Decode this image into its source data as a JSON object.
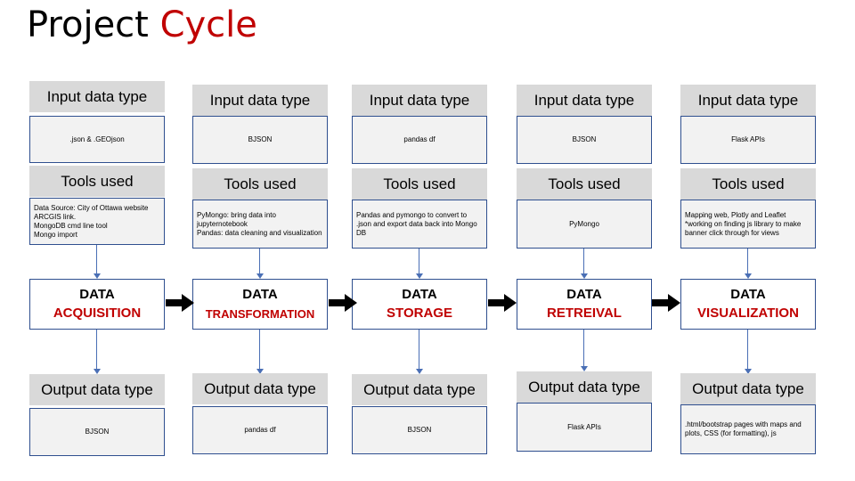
{
  "title": {
    "main": "Project",
    "accent": "Cycle"
  },
  "labels": {
    "input": "Input data type",
    "tools": "Tools used",
    "output": "Output data type",
    "data": "DATA"
  },
  "stages": [
    {
      "stage": "ACQUISITION",
      "input": ".json & .GEOjson",
      "tools": [
        "Data Source: City of Ottawa website ARCGIS link.",
        "MongoDB cmd line tool",
        "Mongo import"
      ],
      "output": "BJSON"
    },
    {
      "stage": "TRANSFORMATION",
      "input": "BJSON",
      "tools": [
        "PyMongo: bring data into jupyternotebook",
        "Pandas: data cleaning and visualization"
      ],
      "output": "pandas df"
    },
    {
      "stage": "STORAGE",
      "input": "pandas df",
      "tools": [
        "Pandas and pymongo to convert to .json and export data back into Mongo DB"
      ],
      "output": "BJSON"
    },
    {
      "stage": "RETREIVAL",
      "input": "BJSON",
      "tools": [
        "PyMongo"
      ],
      "output": "Flask APIs"
    },
    {
      "stage": "VISUALIZATION",
      "input": "Flask APIs",
      "tools": [
        "Mapping web, Plotly and Leaflet *working on finding js library to make banner click through for views"
      ],
      "output": ".html/bootstrap pages with maps and plots, CSS (for formatting), js"
    }
  ]
}
